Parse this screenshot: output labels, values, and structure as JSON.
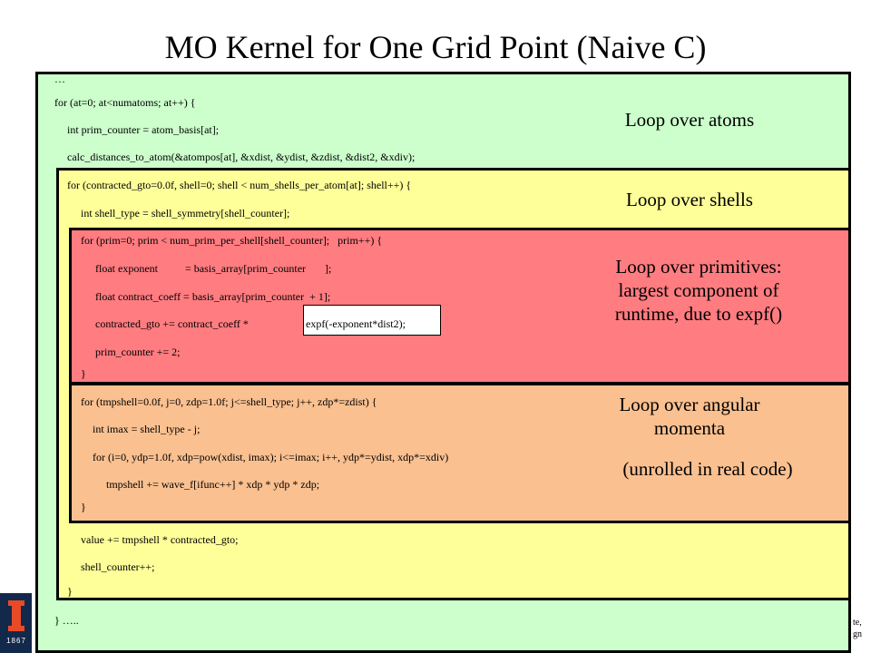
{
  "title": "MO Kernel for One Grid Point  (Naive C)",
  "code": {
    "l1": "…",
    "l2": "for (at=0; at<numatoms; at++) {",
    "l3": "int prim_counter = atom_basis[at];",
    "l4": "calc_distances_to_atom(&atompos[at], &xdist, &ydist, &zdist, &dist2, &xdiv);",
    "l5": "for (contracted_gto=0.0f, shell=0; shell < num_shells_per_atom[at]; shell++) {",
    "l6": "int shell_type = shell_symmetry[shell_counter];",
    "l7": "for (prim=0; prim < num_prim_per_shell[shell_counter];   prim++) {",
    "l8": "float exponent          = basis_array[prim_counter       ];",
    "l9": "float contract_coeff = basis_array[prim_counter  + 1];",
    "l10a": "contracted_gto += contract_coeff * ",
    "l10b": "expf(-exponent*dist2);",
    "l11": "prim_counter += 2;",
    "l12": "}",
    "l13": "for (tmpshell=0.0f, j=0, zdp=1.0f; j<=shell_type; j++, zdp*=zdist) {",
    "l14": "int imax = shell_type - j;",
    "l15": "for (i=0, ydp=1.0f, xdp=pow(xdist, imax); i<=imax; i++, ydp*=ydist, xdp*=xdiv)",
    "l16": "tmpshell += wave_f[ifunc++] * xdp * ydp * zdp;",
    "l17": "}",
    "l18": "value += tmpshell * contracted_gto;",
    "l19": "shell_counter++;",
    "l20": "}",
    "l21": "} ….."
  },
  "labels": {
    "atoms": "Loop over atoms",
    "shells": "Loop over shells",
    "prims_1": "Loop over primitives:",
    "prims_2": "largest component of",
    "prims_3": "runtime, due to expf()",
    "ang_1": "Loop over angular",
    "ang_2": "momenta",
    "ang_3": "(unrolled in real code)"
  },
  "logo": {
    "year": "1867"
  },
  "footer_fragments": {
    "f1": "te,",
    "f2": "gn"
  },
  "colors": {
    "atoms_bg": "#ccffcc",
    "shells_bg": "#ffff99",
    "prims_bg": "#ff7c80",
    "angular_bg": "#fac090"
  }
}
